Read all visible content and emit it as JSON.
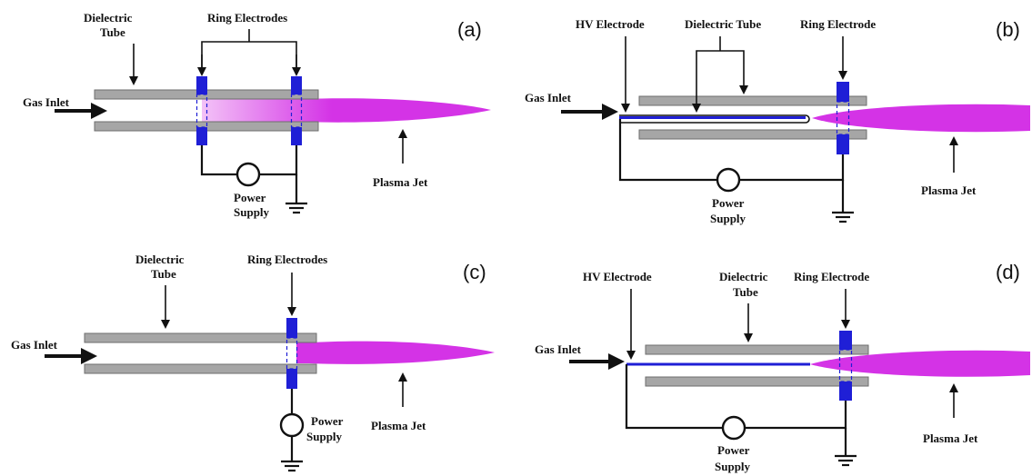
{
  "panels": {
    "a": {
      "tag": "(a)",
      "gas_inlet": "Gas Inlet",
      "tube_label_1": "Dielectric",
      "tube_label_2": "Tube",
      "electrode_label": "Ring Electrodes",
      "power_label_1": "Power",
      "power_label_2": "Supply",
      "plasma_label": "Plasma Jet"
    },
    "b": {
      "tag": "(b)",
      "gas_inlet": "Gas Inlet",
      "hv_label": "HV Electrode",
      "tube_label": "Dielectric Tube",
      "electrode_label": "Ring Electrode",
      "power_label_1": "Power",
      "power_label_2": "Supply",
      "plasma_label": "Plasma Jet"
    },
    "c": {
      "tag": "(c)",
      "gas_inlet": "Gas Inlet",
      "tube_label_1": "Dielectric",
      "tube_label_2": "Tube",
      "electrode_label": "Ring Electrodes",
      "power_label_1": "Power",
      "power_label_2": "Supply",
      "plasma_label": "Plasma Jet"
    },
    "d": {
      "tag": "(d)",
      "gas_inlet": "Gas Inlet",
      "hv_label": "HV Electrode",
      "tube_label_1": "Dielectric",
      "tube_label_2": "Tube",
      "electrode_label": "Ring Electrode",
      "power_label_1": "Power",
      "power_label_2": "Supply",
      "plasma_label": "Plasma Jet"
    }
  },
  "colors": {
    "plasma": "#d433e6",
    "electrode": "#1f1fd6",
    "tube": "#a6a6a6",
    "wire": "#111111"
  }
}
